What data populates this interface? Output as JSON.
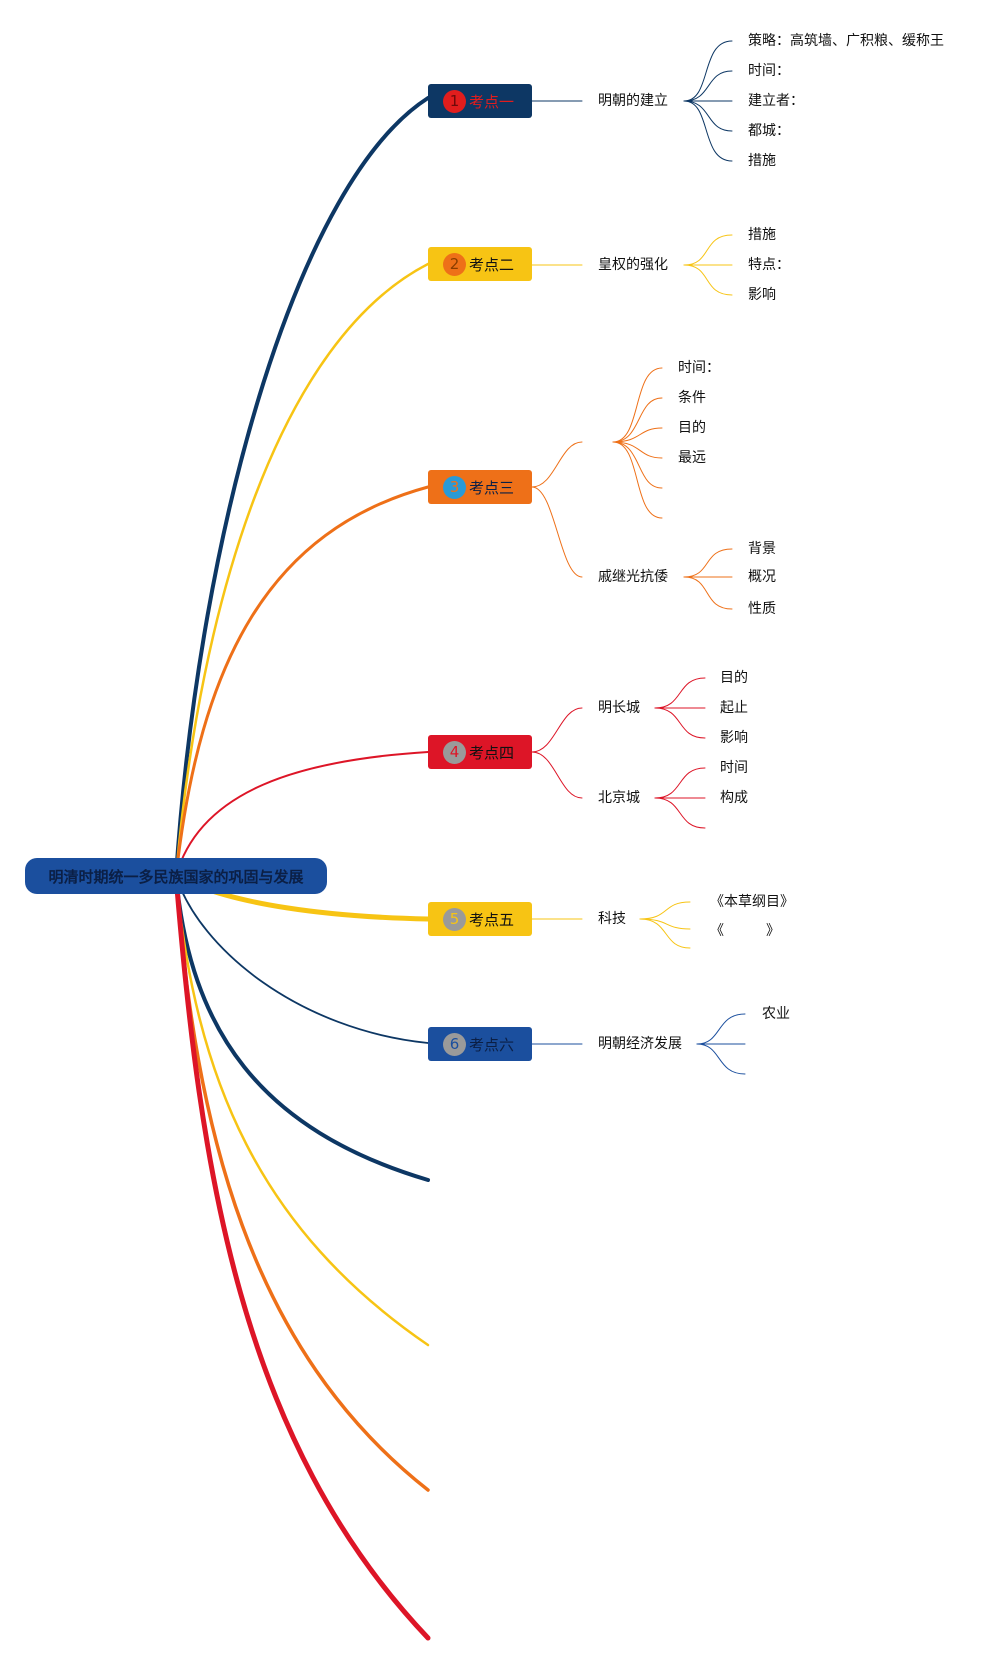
{
  "root": {
    "label": "明清时期统一多民族国家的巩固与发展"
  },
  "colors": {
    "navy": "#0d3764",
    "yellow": "#f7c414",
    "orange": "#ee7018",
    "red": "#dd1527",
    "blue": "#1b4f9e"
  },
  "topics": [
    {
      "num": "1",
      "label": "考点一",
      "sub": {
        "label": "明朝的建立",
        "leaves": [
          "策略：高筑墙、广积粮、缓称王",
          "时间：",
          "建立者：",
          "都城：",
          "措施"
        ]
      }
    },
    {
      "num": "2",
      "label": "考点二",
      "sub": {
        "label": "皇权的强化",
        "leaves": [
          "措施",
          "特点：",
          "影响"
        ]
      }
    },
    {
      "num": "3",
      "label": "考点三",
      "sub_a": {
        "label": "",
        "leaves": [
          "时间：",
          "条件",
          "目的",
          "最远",
          "",
          ""
        ]
      },
      "sub_b": {
        "label": "戚继光抗倭",
        "leaves": [
          "背景",
          "概况",
          "性质"
        ]
      }
    },
    {
      "num": "4",
      "label": "考点四",
      "sub_a": {
        "label": "明长城",
        "leaves": [
          "目的",
          "起止",
          "影响"
        ]
      },
      "sub_b": {
        "label": "北京城",
        "leaves": [
          "时间",
          "构成",
          ""
        ]
      }
    },
    {
      "num": "5",
      "label": "考点五",
      "sub": {
        "label": "科技",
        "leaves": [
          "《本草纲目》",
          "《　　　》",
          ""
        ]
      }
    },
    {
      "num": "6",
      "label": "考点六",
      "sub": {
        "label": "明朝经济发展",
        "leaves": [
          "农业",
          "",
          ""
        ]
      }
    }
  ]
}
